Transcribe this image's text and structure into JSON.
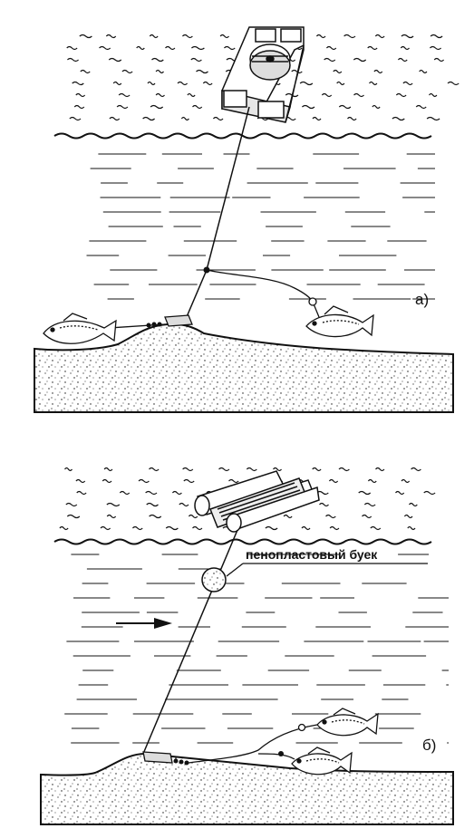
{
  "panel_a": {
    "label": "а)"
  },
  "panel_b": {
    "label": "б)",
    "buoy_label": "пенопластовый буек"
  },
  "colors": {
    "ink": "#111111",
    "background": "#ffffff"
  }
}
